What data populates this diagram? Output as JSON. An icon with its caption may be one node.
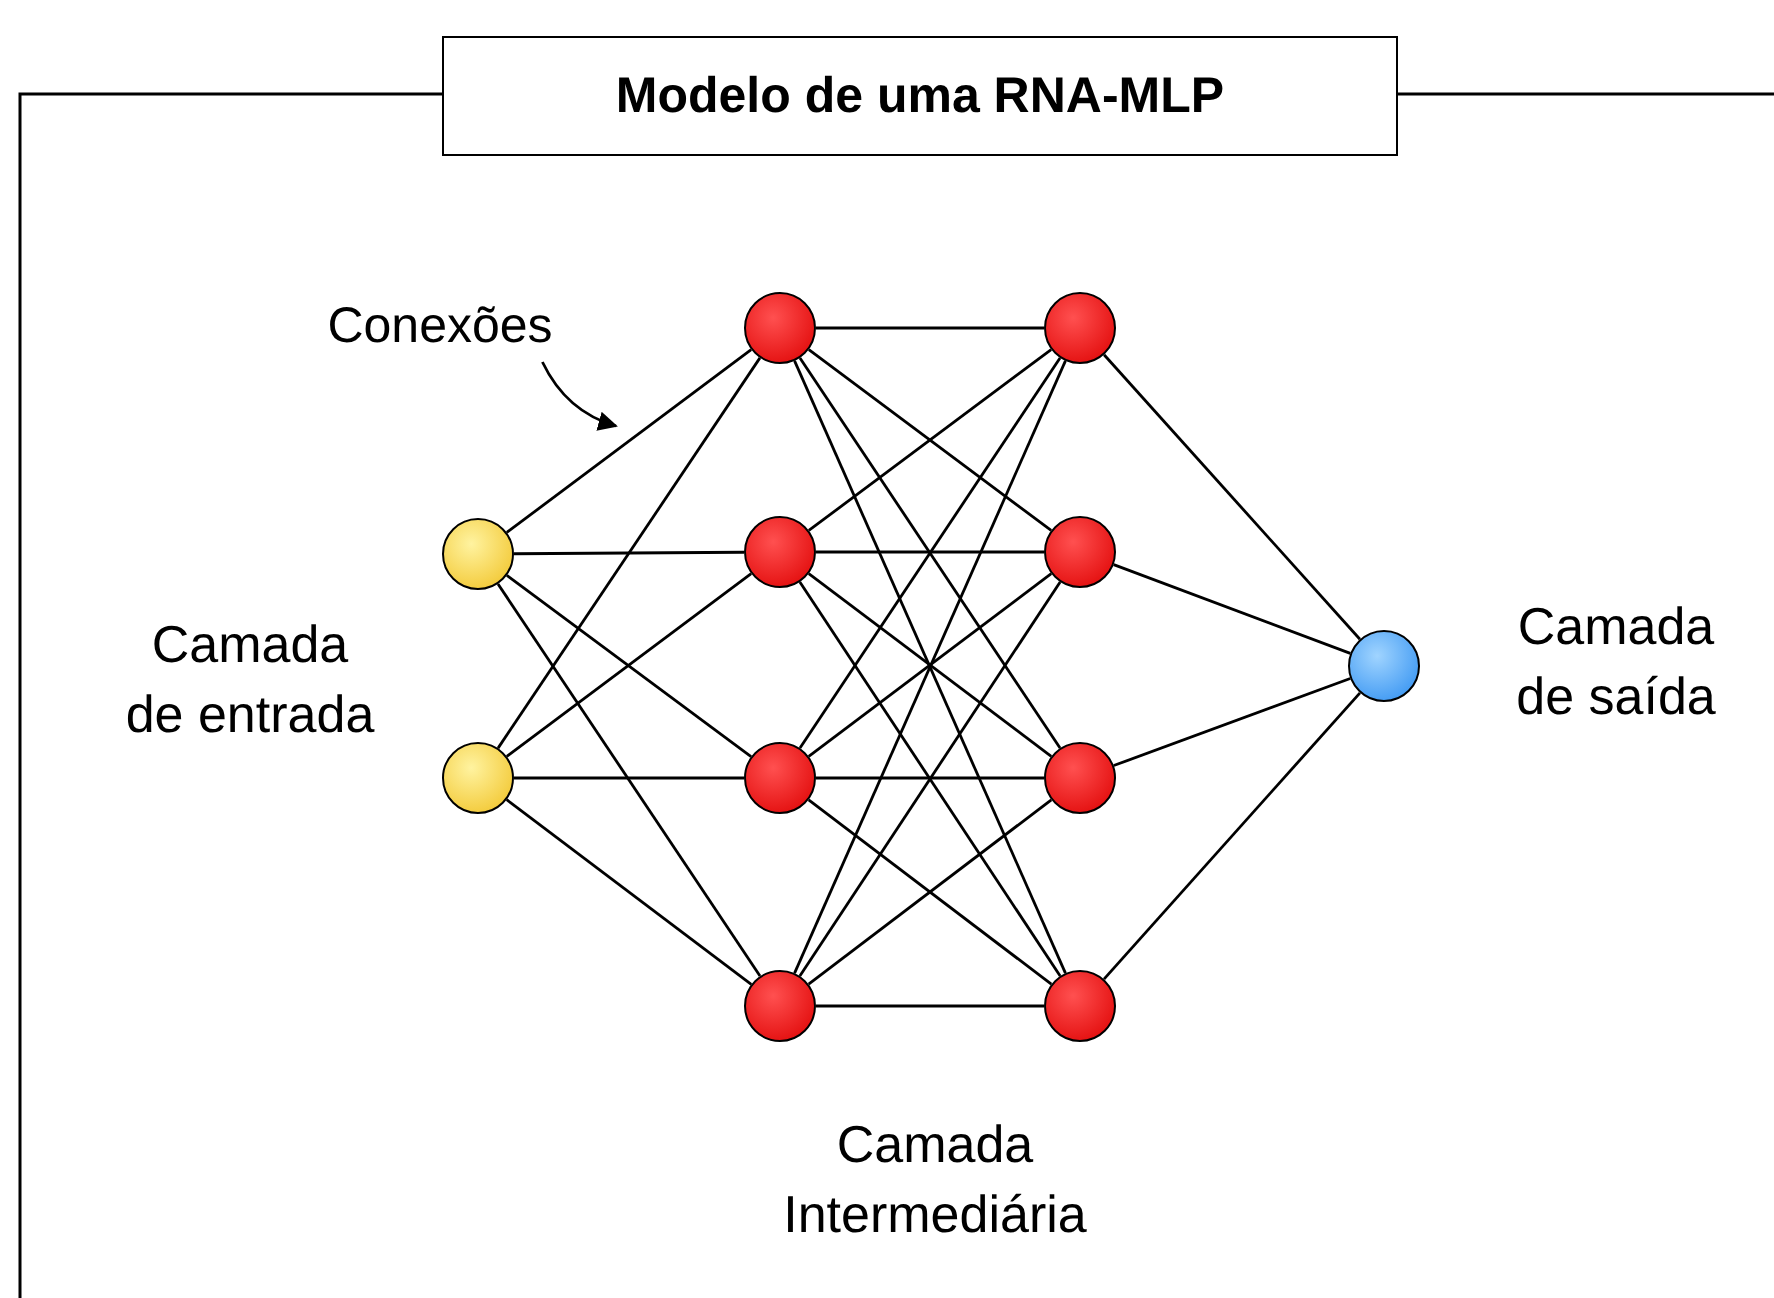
{
  "diagram": {
    "nodes": [
      {
        "text": [
          "Modelo de uma RNA-MLP"
        ]
      },
      {
        "text": [
          "Conexões"
        ]
      },
      {
        "text": [],
        "shape": "circle"
      },
      {
        "text": [],
        "shape": "circle"
      },
      {
        "text": [],
        "shape": "circle"
      },
      {
        "text": [],
        "shape": "circle"
      },
      {
        "text": [],
        "shape": "circle"
      },
      {
        "text": [],
        "shape": "circle"
      },
      {
        "text": [],
        "shape": "circle"
      },
      {
        "text": [],
        "shape": "circle"
      },
      {
        "text": [],
        "shape": "circle"
      },
      {
        "text": [],
        "shape": "circle"
      },
      {
        "text": [],
        "shape": "circle"
      }
    ],
    "edges": [
      {
        "from": 2,
        "to": 4,
        "arrow": "none"
      },
      {
        "from": 2,
        "to": 5,
        "arrow": "none"
      },
      {
        "from": 2,
        "to": 6,
        "arrow": "none"
      },
      {
        "from": 2,
        "to": 7,
        "arrow": "none"
      },
      {
        "from": 3,
        "to": 4,
        "arrow": "none"
      },
      {
        "from": 3,
        "to": 5,
        "arrow": "none"
      },
      {
        "from": 3,
        "to": 6,
        "arrow": "none"
      },
      {
        "from": 3,
        "to": 7,
        "arrow": "none"
      },
      {
        "from": 4,
        "to": 8,
        "arrow": "none"
      },
      {
        "from": 4,
        "to": 9,
        "arrow": "none"
      },
      {
        "from": 4,
        "to": 10,
        "arrow": "none"
      },
      {
        "from": 4,
        "to": 11,
        "arrow": "none"
      },
      {
        "from": 5,
        "to": 8,
        "arrow": "none"
      },
      {
        "from": 5,
        "to": 9,
        "arrow": "none"
      },
      {
        "from": 5,
        "to": 10,
        "arrow": "none"
      },
      {
        "from": 5,
        "to": 11,
        "arrow": "none"
      },
      {
        "from": 6,
        "to": 8,
        "arrow": "none"
      },
      {
        "from": 6,
        "to": 9,
        "arrow": "none"
      },
      {
        "from": 6,
        "to": 10,
        "arrow": "none"
      },
      {
        "from": 6,
        "to": 11,
        "arrow": "none"
      },
      {
        "from": 7,
        "to": 8,
        "arrow": "none"
      },
      {
        "from": 7,
        "to": 9,
        "arrow": "none"
      },
      {
        "from": 7,
        "to": 10,
        "arrow": "none"
      },
      {
        "from": 7,
        "to": 11,
        "arrow": "none"
      },
      {
        "from": 8,
        "to": 12,
        "arrow": "none"
      },
      {
        "from": 9,
        "to": 12,
        "arrow": "none"
      },
      {
        "from": 10,
        "to": 12,
        "arrow": "none"
      },
      {
        "from": 11,
        "to": 12,
        "arrow": "none"
      },
      {
        "from": 1,
        "to": null,
        "arrow": "to"
      }
    ],
    "labels": [
      "Camada de entrada",
      "Camada de saída",
      "Camada Intermediária"
    ]
  }
}
